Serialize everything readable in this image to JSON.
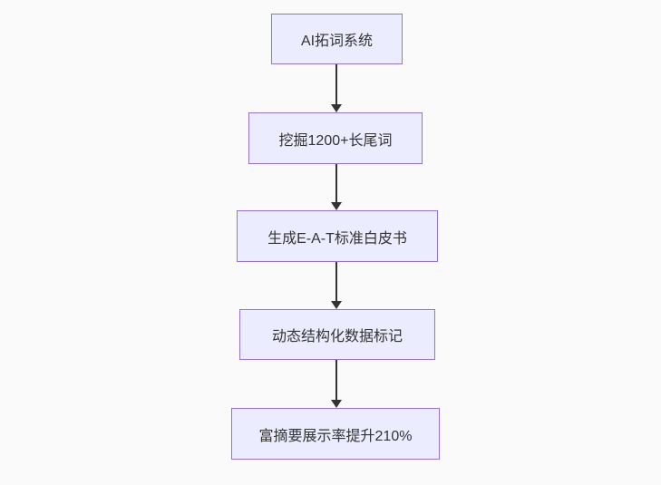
{
  "diagram": {
    "type": "flowchart",
    "direction": "top-down",
    "nodes": [
      {
        "id": "A",
        "label": "AI拓词系统"
      },
      {
        "id": "B",
        "label": "挖掘1200+长尾词"
      },
      {
        "id": "C",
        "label": "生成E-A-T标准白皮书"
      },
      {
        "id": "D",
        "label": "动态结构化数据标记"
      },
      {
        "id": "E",
        "label": "富摘要展示率提升210%"
      }
    ],
    "edges": [
      {
        "from": "A",
        "to": "B"
      },
      {
        "from": "B",
        "to": "C"
      },
      {
        "from": "C",
        "to": "D"
      },
      {
        "from": "D",
        "to": "E"
      }
    ],
    "colors": {
      "background": "#fafafa",
      "node_fill": "#ECECFF",
      "node_border": "#9370DB",
      "text": "#333333",
      "arrow": "#333333"
    }
  }
}
